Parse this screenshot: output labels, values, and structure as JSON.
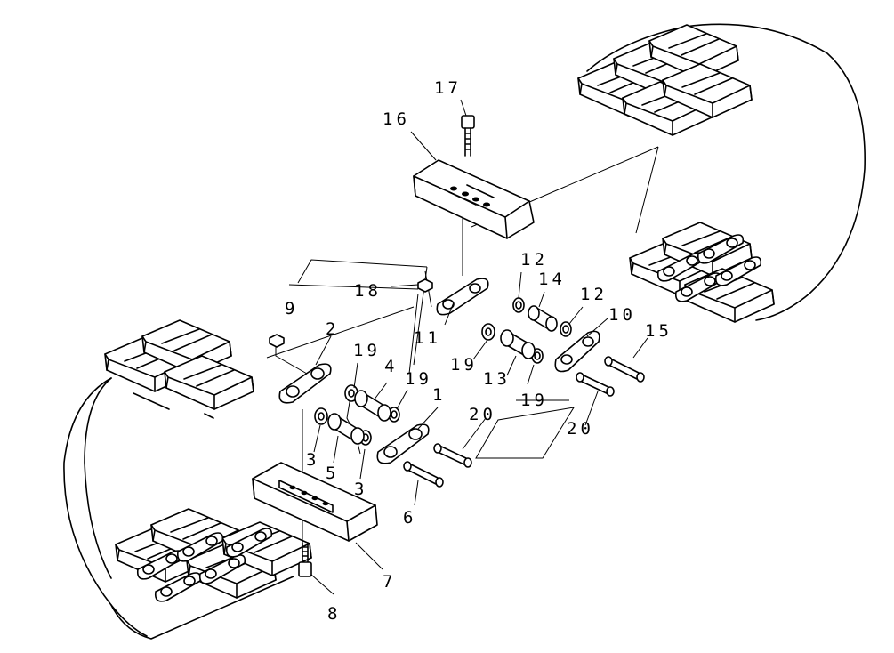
{
  "diagram": {
    "labels": {
      "l1": "1",
      "l2": "2",
      "l3a": "3",
      "l3b": "3",
      "l4": "4",
      "l5": "5",
      "l6": "6",
      "l7": "7",
      "l8": "8",
      "l9": "9",
      "l10": "10",
      "l11": "11",
      "l12a": "12",
      "l12b": "12",
      "l13": "13",
      "l14": "14",
      "l15": "15",
      "l16": "16",
      "l17": "17",
      "l18": "18",
      "l19a": "19",
      "l19b": "19",
      "l19c": "19",
      "l19d": "19",
      "l20a": "20",
      "l20b": "20"
    }
  }
}
